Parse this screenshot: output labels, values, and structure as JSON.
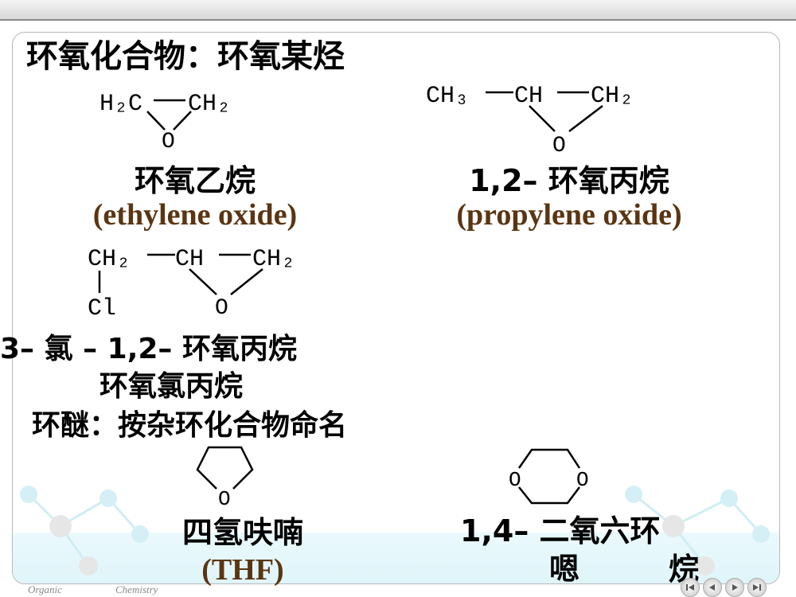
{
  "slide": {
    "title": "环氧化合物：环氧某烃",
    "ethylene_oxide": {
      "formula_left": "H₂C",
      "formula_right": "CH₂",
      "oxygen": "O",
      "name_cn": "环氧乙烷",
      "name_en": "(ethylene oxide)"
    },
    "propylene_oxide": {
      "formula_1": "CH₃",
      "formula_2": "CH",
      "formula_3": "CH₂",
      "oxygen": "O",
      "name_cn": "1,2– 环氧丙烷",
      "name_en": "(propylene oxide)"
    },
    "epichlorohydrin": {
      "formula_1": "CH₂",
      "formula_2": "CH",
      "formula_3": "CH₂",
      "chlorine": "Cl",
      "oxygen": "O",
      "name_systematic": "3– 氯 – 1,2– 环氧丙烷",
      "name_common": "环氧氯丙烷"
    },
    "subtitle": "环醚：按杂环化合物命名",
    "thf": {
      "oxygen": "O",
      "name_cn": "四氢呋喃",
      "name_en": "(THF)"
    },
    "dioxane": {
      "oxygen_left": "O",
      "oxygen_right": "O",
      "name_line1": "1,4– 二氧六环",
      "name_line2a": "嗯",
      "name_line2b": "烷"
    },
    "colors": {
      "english_name": "#5a3512",
      "text": "#000000"
    }
  },
  "footer": {
    "left": "Organic",
    "right": "Chemistry"
  },
  "nav": {
    "first": "first-slide-icon",
    "prev": "previous-slide-icon",
    "next": "next-slide-icon",
    "last": "last-slide-icon"
  }
}
